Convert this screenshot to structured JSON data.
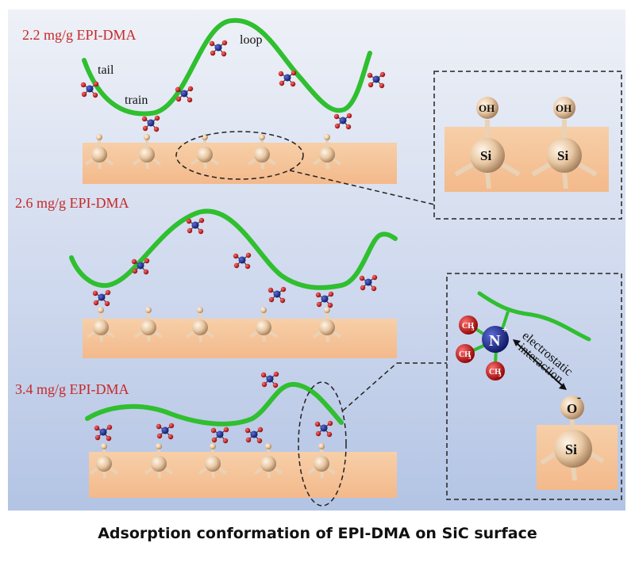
{
  "panels": [
    {
      "label": "2.2 mg/g EPI-DMA",
      "annotations": [
        "tail",
        "train",
        "loop"
      ]
    },
    {
      "label": "2.6 mg/g EPI-DMA"
    },
    {
      "label": "3.4 mg/g EPI-DMA"
    }
  ],
  "inset_top": {
    "hydroxyl": "OH",
    "silicon": "Si"
  },
  "inset_bottom": {
    "nitrogen": "N",
    "charge_plus": "+",
    "methyl": "CH",
    "methyl_sub": "3",
    "oxygen": "O",
    "charge_minus": "-",
    "silicon": "Si",
    "arrow_label_1": "electrostatic",
    "arrow_label_2": "interaction"
  },
  "caption": "Adsorption conformation of EPI-DMA on SiC surface",
  "colors": {
    "polymer": "#2fbf2f",
    "surface": "#f6c39a",
    "label_red": "#c62828",
    "nitrogen": "#1a237e",
    "methyl": "#c62828",
    "background_top": "#e8ecf4",
    "background_bottom": "#b9c8e6"
  }
}
